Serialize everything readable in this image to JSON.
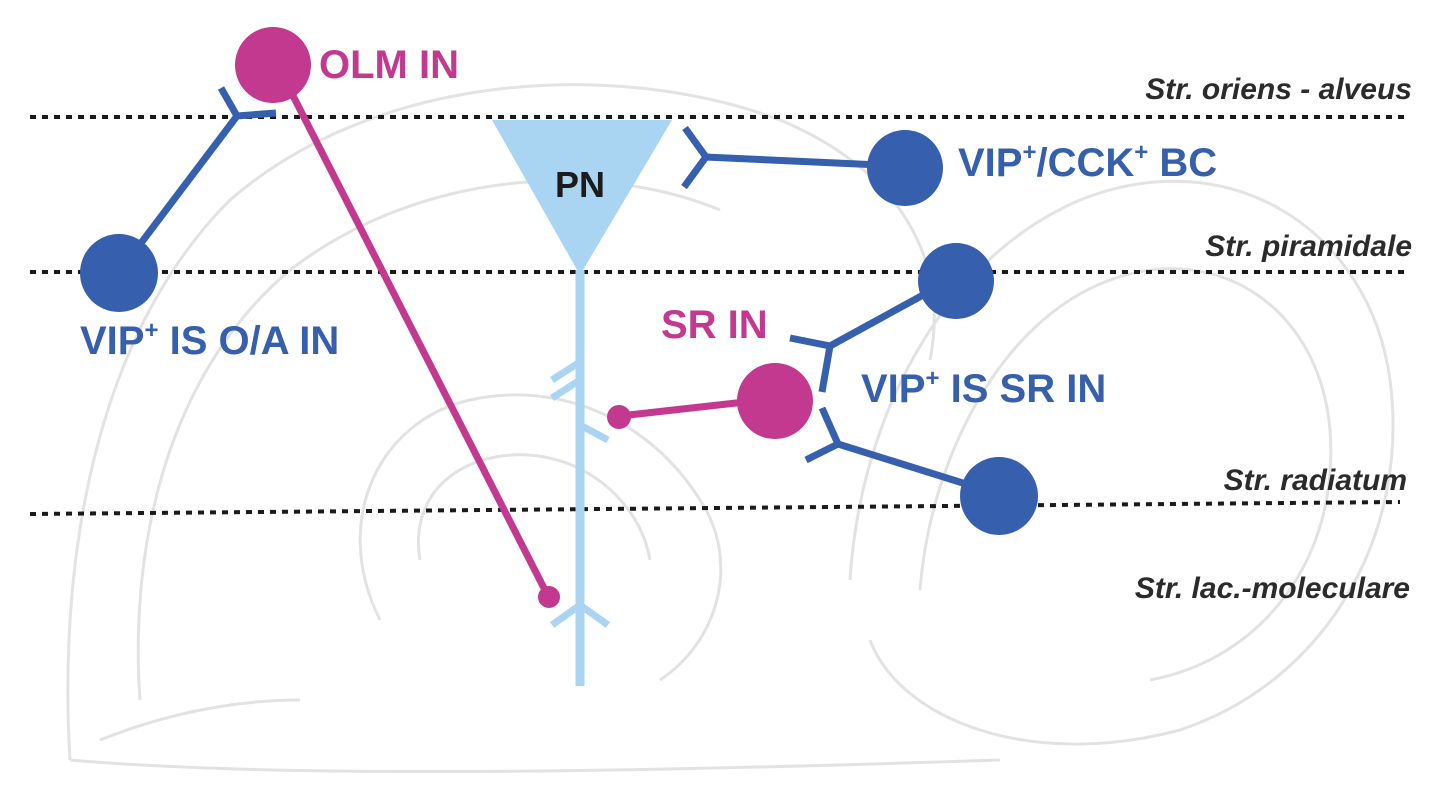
{
  "colors": {
    "interneuron_vip": "#3660ad",
    "interneuron_other": "#c2398f",
    "pyramidal": "#a9d5f2",
    "layer_line": "#1a1a1a",
    "layer_text": "#2b2b2b",
    "background_sketch": "#d8d8d8"
  },
  "layers": [
    {
      "id": "oriens",
      "label": "Str. oriens - alveus"
    },
    {
      "id": "piramidale",
      "label": "Str. piramidale"
    },
    {
      "id": "radiatum",
      "label": "Str. radiatum"
    },
    {
      "id": "lacunosum",
      "label": "Str. lac.-moleculare"
    }
  ],
  "cells": {
    "olm": {
      "label": "OLM IN",
      "type": "interneuron_other"
    },
    "pn": {
      "label": "PN",
      "type": "pyramidal"
    },
    "vip_cck_bc": {
      "label_main": "VIP",
      "label_sup1": "+",
      "label_mid": "/CCK",
      "label_sup2": "+",
      "label_tail": " BC",
      "type": "interneuron_vip"
    },
    "vip_is_oa": {
      "label_main": "VIP",
      "label_sup": "+",
      "label_tail": " IS O/A IN",
      "type": "interneuron_vip"
    },
    "sr_in": {
      "label": "SR IN",
      "type": "interneuron_other"
    },
    "vip_is_sr": {
      "label_main": "VIP",
      "label_sup": "+",
      "label_tail": " IS SR IN",
      "type": "interneuron_vip"
    }
  }
}
